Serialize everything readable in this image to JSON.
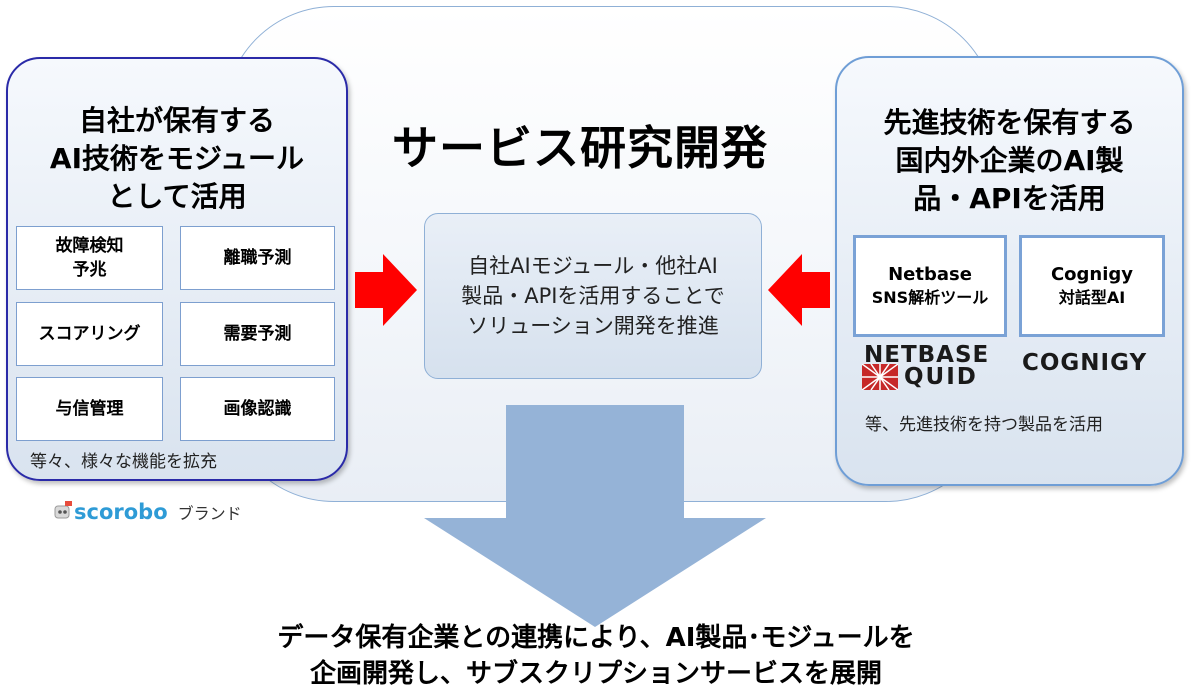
{
  "service_title": "サービス研究開発",
  "left_panel": {
    "heading_lines": [
      "自社が保有する",
      "AI技術をモジュール",
      "として活用"
    ],
    "modules": [
      {
        "lines": [
          "故障検知",
          "予兆"
        ]
      },
      {
        "lines": [
          "離職予測"
        ]
      },
      {
        "lines": [
          "スコアリング"
        ]
      },
      {
        "lines": [
          "需要予測"
        ]
      },
      {
        "lines": [
          "与信管理"
        ]
      },
      {
        "lines": [
          "画像認識"
        ]
      }
    ],
    "note": "等々、様々な機能を拡充"
  },
  "brand": {
    "logo_text": "scorobo",
    "label": "ブランド"
  },
  "center_box": {
    "lines": [
      "自社AIモジュール・他社AI",
      "製品・APIを活用することで",
      "ソリューション開発を推進"
    ]
  },
  "right_panel": {
    "heading_lines": [
      "先進技術を保有する",
      "国内外企業のAI製",
      "品・APIを活用"
    ],
    "products": [
      {
        "name": "Netbase",
        "desc": "SNS解析ツール"
      },
      {
        "name": "Cognigy",
        "desc": "対話型AI"
      }
    ],
    "logos": {
      "netbase_line1": "NETBASE",
      "netbase_line2": "QUID",
      "cognigy": "COGNIGY"
    },
    "note": "等、先進技術を持つ製品を活用"
  },
  "bottom_caption": {
    "lines": [
      "データ保有企業との連携により、AI製品･モジュールを",
      "企画開発し、サブスクリプションサービスを展開"
    ]
  },
  "colors": {
    "arrow_red": "#ff0000",
    "arrow_blue": "#95b3d7",
    "left_border": "#2a2aa8",
    "right_border": "#6f9ed6"
  }
}
